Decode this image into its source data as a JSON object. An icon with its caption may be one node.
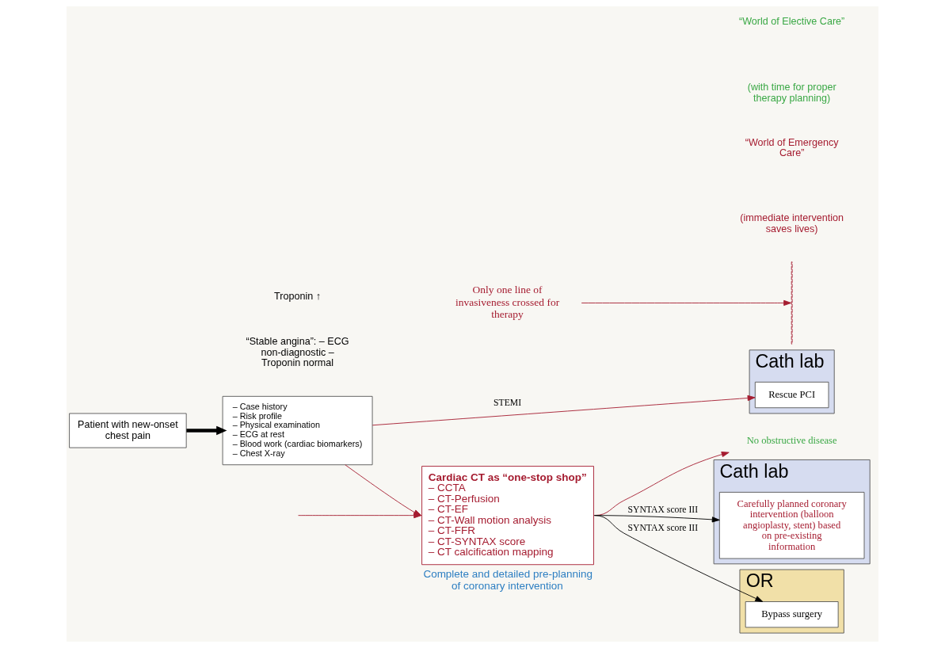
{
  "diagram": {
    "nodes": [
      {
        "text": [
          "Patient with new-onset chest pain"
        ]
      },
      {
        "text": [
          "– Case history",
          "– Risk profile",
          "– Physical examination",
          "– ECG at rest",
          "– Blood work (cardiac biomarkers)",
          "– Chest X-ray"
        ]
      },
      {
        "text": [
          "Cath lab"
        ]
      },
      {
        "text": [
          "Rescue PCI"
        ],
        "in": 2
      },
      {
        "text": [
          "Cardiac CT as “one-stop shop”",
          "– CCTA",
          "– CT-Perfusion",
          "– CT-EF",
          "– CT-Wall motion analysis",
          "– CT-FFR",
          "– CT-SYNTAX score",
          "– CT calcification mapping"
        ],
        "beside": [
          "Complete and detailed pre-planning of coronary intervention"
        ]
      },
      {
        "text": [
          "No obstructive disease"
        ]
      },
      {
        "text": [
          "Cath lab"
        ]
      },
      {
        "text": [
          "Carefully planned coronary intervention (balloon angioplasty, stent) based on pre-existing information"
        ],
        "in": 6
      },
      {
        "text": [
          "OR"
        ]
      },
      {
        "text": [
          "Bypass surgery"
        ],
        "in": 8
      },
      {
        "text": [
          "Only one line of invasiveness crossed for therapy"
        ]
      },
      {
        "text": [],
        "shape": "bar"
      }
    ],
    "edges": [
      {
        "from": 0,
        "to": 1,
        "arrow": "to",
        "style": "thick",
        "color": "#000000"
      },
      {
        "from": 1,
        "to": 3,
        "arrow": "to",
        "label": "STEMI"
      },
      {
        "from": null,
        "to": 4,
        "arrow": "to"
      },
      {
        "from": 1,
        "to": 4,
        "arrow": "to"
      },
      {
        "from": 4,
        "to": 7,
        "arrow": "to",
        "label": "SYNTAX score III",
        "color": "#000000"
      },
      {
        "from": 4,
        "to": 9,
        "arrow": "to",
        "label": "SYNTAX score III",
        "color": "#000000"
      },
      {
        "from": 4,
        "to": 5,
        "arrow": "to"
      },
      {
        "from": 10,
        "to": 11,
        "arrow": "to"
      }
    ],
    "labels": [
      "“World of Emergency Care”",
      "(immediate intervention saves lives)",
      "“World of Elective Care”",
      "(with time for proper therapy planning)",
      "“Stable angina”: – ECG non-diagnostic – Troponin normal",
      "Troponin ↑"
    ]
  }
}
